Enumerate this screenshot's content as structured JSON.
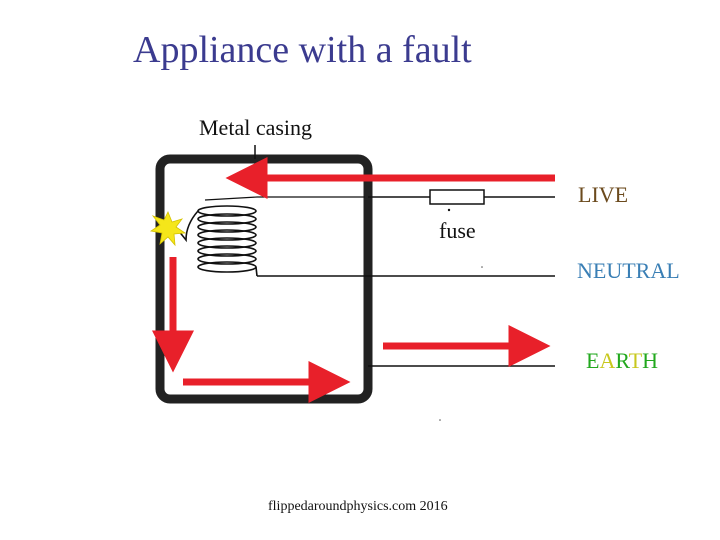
{
  "title": "Appliance with a fault",
  "labels": {
    "metal_casing": "Metal casing",
    "fuse": "fuse",
    "live": "LIVE",
    "neutral": "NEUTRAL",
    "earth": {
      "text": "EARTH",
      "letter_colors": [
        "#22a81e",
        "#c8c81e",
        "#22a81e",
        "#c8c81e",
        "#22a81e"
      ]
    }
  },
  "credit": "flippedaroundphysics.com  2016",
  "colors": {
    "title": "#3b3b8f",
    "arrow": "#e8202a",
    "spark": "#f5e61a",
    "live": "#6b4a1d",
    "neutral": "#3a7fb5",
    "casing": "#222222"
  },
  "icons": [
    "spark-icon",
    "fuse-icon",
    "coil-icon"
  ]
}
